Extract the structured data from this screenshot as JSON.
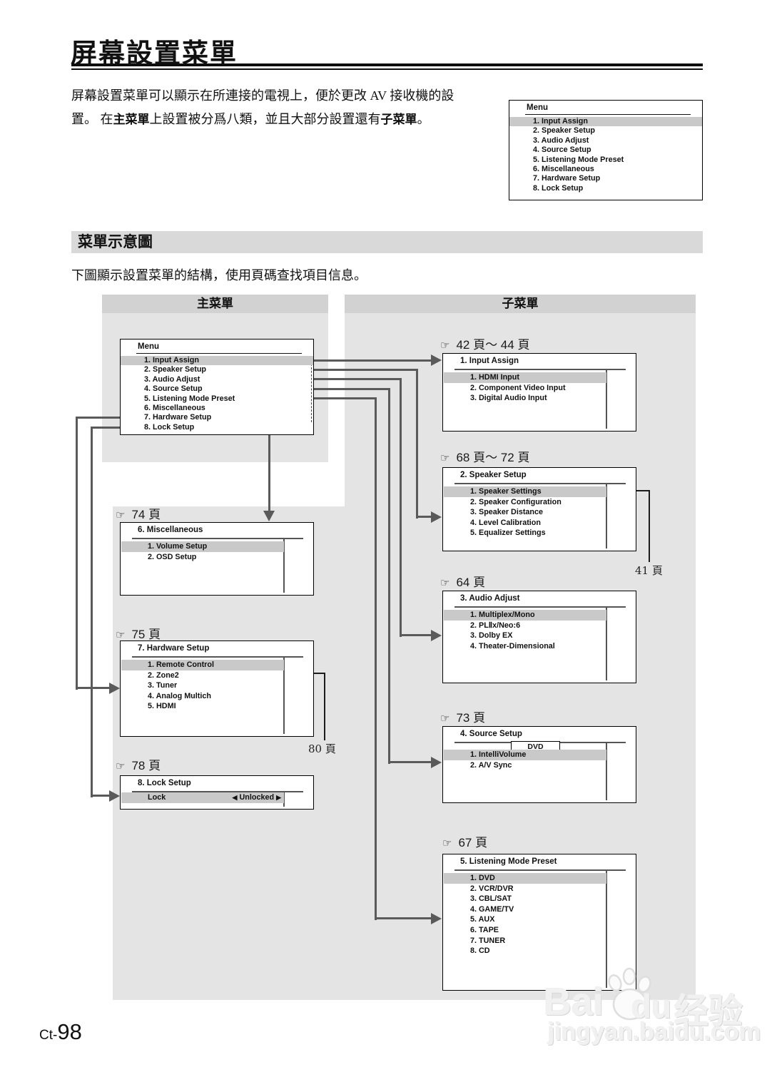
{
  "page": {
    "title": "屏幕設置菜單",
    "intro_line1": "屏幕設置菜單可以顯示在所連接的電視上，便於更改 AV 接收機的設",
    "intro_p0": "置。 在",
    "intro_b1": "主菜單",
    "intro_p1": "上設置被分爲八類，並且大部分設置還有",
    "intro_b2": "子菜單",
    "intro_p2": "。"
  },
  "section": {
    "header": "菜單示意圖",
    "description": "下圖顯示設置菜單的結構，使用頁碼查找項目信息。"
  },
  "columns": {
    "main": "主菜單",
    "sub": "子菜單"
  },
  "menu": {
    "title": "Menu",
    "items": [
      "1. Input Assign",
      "2. Speaker Setup",
      "3. Audio Adjust",
      "4. Source Setup",
      "5. Listening Mode Preset",
      "6. Miscellaneous",
      "7. Hardware Setup",
      "8. Lock Setup"
    ]
  },
  "screens": {
    "input_assign": {
      "page_ref": "42 頁～ 44 頁",
      "title": "1. Input Assign",
      "items": [
        "1. HDMI Input",
        "2. Component Video Input",
        "3. Digital Audio Input"
      ]
    },
    "speaker_setup": {
      "page_ref": "68 頁～ 72 頁",
      "title": "2. Speaker Setup",
      "items": [
        "1. Speaker Settings",
        "2. Speaker Configuration",
        "3. Speaker Distance",
        "4. Level Calibration",
        "5. Equalizer Settings"
      ],
      "note_ref": "41 頁"
    },
    "audio_adjust": {
      "page_ref": "64 頁",
      "title": "3. Audio Adjust",
      "items": [
        "1. Multiplex/Mono",
        "2. PLⅡx/Neo:6",
        "3. Dolby EX",
        "4. Theater-Dimensional"
      ]
    },
    "source_setup": {
      "page_ref": "73 頁",
      "title": "4. Source Setup",
      "tab": "DVD",
      "items": [
        "1. IntelliVolume",
        "2. A/V Sync"
      ]
    },
    "listening_mode_preset": {
      "page_ref": "67 頁",
      "title": "5. Listening Mode Preset",
      "items": [
        "1. DVD",
        "2. VCR/DVR",
        "3. CBL/SAT",
        "4. GAME/TV",
        "5. AUX",
        "6. TAPE",
        "7. TUNER",
        "8. CD"
      ]
    },
    "miscellaneous": {
      "page_ref": "74 頁",
      "title": "6. Miscellaneous",
      "items": [
        "1. Volume Setup",
        "2. OSD Setup"
      ]
    },
    "hardware_setup": {
      "page_ref": "75 頁",
      "title": "7. Hardware Setup",
      "items": [
        "1. Remote Control",
        "2. Zone2",
        "3. Tuner",
        "4. Analog Multich",
        "5. HDMI"
      ],
      "note_ref": "80 頁"
    },
    "lock_setup": {
      "page_ref": "78 頁",
      "title": "8. Lock Setup",
      "row_label": "Lock",
      "row_value": "Unlocked",
      "prev_arrow": "◀",
      "next_arrow": "▶"
    }
  },
  "icons": {
    "pointer": "☞"
  },
  "watermark": {
    "brand_left": "Bai",
    "brand_right": "du",
    "brand_cn": "经验",
    "url": "jingyan.baidu.com"
  },
  "footer": {
    "page_label": "Ct-",
    "page_num": "98"
  },
  "colors": {
    "panel": "#e4e4e4",
    "panel_header": "#d2d2d2",
    "section_bar": "#d9d9d9",
    "highlight": "#c9c9c9",
    "connector": "#5a5a5a"
  }
}
